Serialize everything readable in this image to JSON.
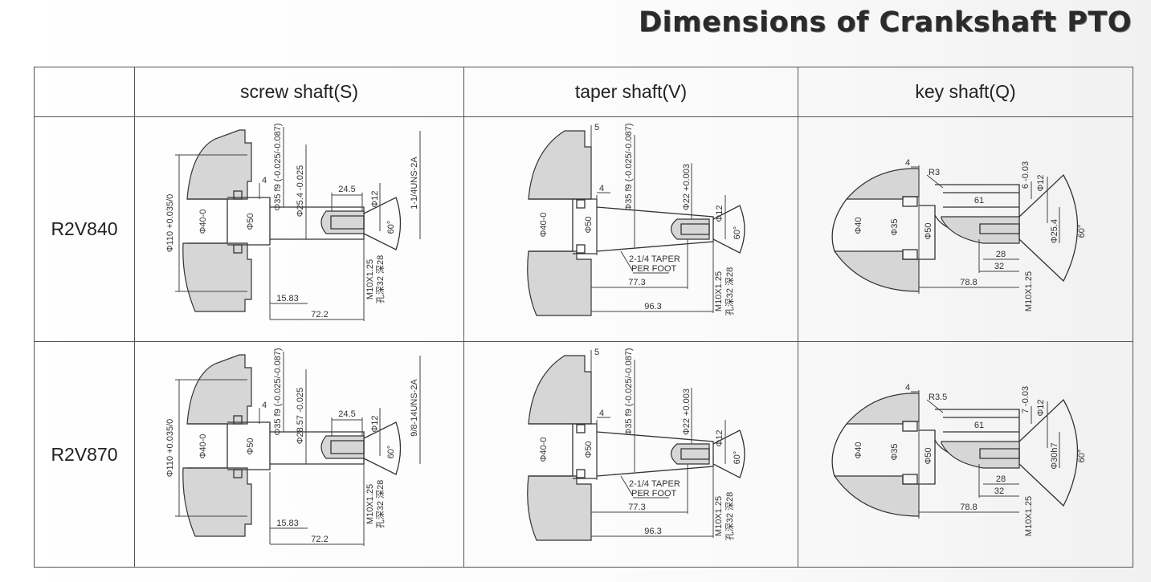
{
  "title": "Dimensions of Crankshaft PTO",
  "header": {
    "cols": [
      "screw shaft(S)",
      "taper shaft(V)",
      "key shaft(Q)"
    ]
  },
  "rows": [
    {
      "model": "R2V840",
      "screw": {
        "d110": "Φ110 +0.035/0",
        "d40": "Φ40-0",
        "d50": "Φ50",
        "four": "4",
        "d35": "Φ35 f9 (-0.025/-0.087)",
        "d25": "Φ25.4 -0.025",
        "l245": "24.5",
        "d12": "Φ12",
        "thread": "1-1/4UNS-2A",
        "ang": "60°",
        "m10": "M10X1.25",
        "depth": "孔深32 深28",
        "l1583": "15.83",
        "l722": "72.2"
      },
      "taper": {
        "five": "5",
        "four": "4",
        "d35": "Φ35 f9 (-0.025/-0.087)",
        "d22": "Φ22 +0.003",
        "d12": "Φ12",
        "d40": "Φ40-0",
        "d50": "Φ50",
        "taper1": "2-1/4 TAPER",
        "taper2": "PER FOOT",
        "l773": "77.3",
        "l963": "96.3",
        "ang": "60°",
        "m10": "M10X1.25",
        "depth": "孔深32 深28"
      },
      "key": {
        "four": "4",
        "r": "R3",
        "l61": "61",
        "kw": "6 -0.03",
        "d12": "Φ12",
        "dshaft": "Φ25.4",
        "ang": "60°",
        "d40": "Φ40",
        "d35": "Φ35",
        "d50": "Φ50",
        "l28": "28",
        "l32": "32",
        "l788": "78.8",
        "m10": "M10X1.25"
      }
    },
    {
      "model": "R2V870",
      "screw": {
        "d110": "Φ110 +0.035/0",
        "d40": "Φ40-0",
        "d50": "Φ50",
        "four": "4",
        "d35": "Φ35 f9 (-0.025/-0.087)",
        "d25": "Φ28.57 -0.025",
        "l245": "24.5",
        "d12": "Φ12",
        "thread": "9/8-14UNS-2A",
        "ang": "60°",
        "m10": "M10X1.25",
        "depth": "孔深32 深28",
        "l1583": "15.83",
        "l722": "72.2"
      },
      "taper": {
        "five": "5",
        "four": "4",
        "d35": "Φ35 f9 (-0.025/-0.087)",
        "d22": "Φ22 +0.003",
        "d12": "Φ12",
        "d40": "Φ40-0",
        "d50": "Φ50",
        "taper1": "2-1/4 TAPER",
        "taper2": "PER FOOT",
        "l773": "77.3",
        "l963": "96.3",
        "ang": "60°",
        "m10": "M10X1.25",
        "depth": "孔深32 深28"
      },
      "key": {
        "four": "4",
        "r": "R3.5",
        "l61": "61",
        "kw": "7 -0.03",
        "d12": "Φ12",
        "dshaft": "Φ30h7",
        "ang": "60°",
        "d40": "Φ40",
        "d35": "Φ35",
        "d50": "Φ50",
        "l28": "28",
        "l32": "32",
        "l788": "78.8",
        "m10": "M10X1.25"
      }
    }
  ]
}
